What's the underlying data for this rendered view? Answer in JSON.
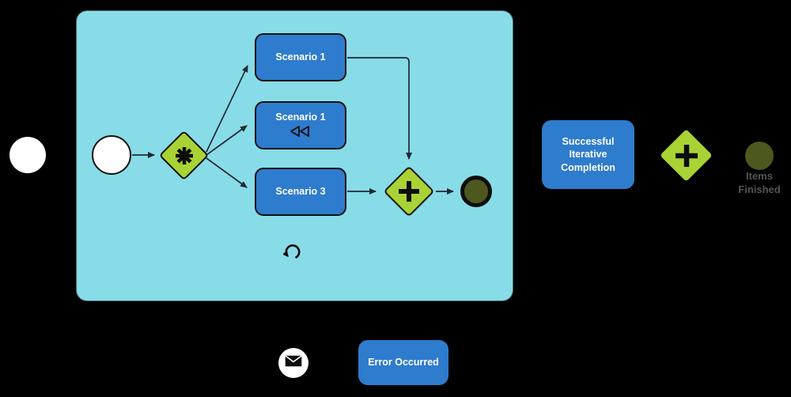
{
  "canvas": {
    "background": "#000000"
  },
  "subprocess": {
    "fill": "#87DCE7",
    "marker": "loop",
    "events": {
      "start": "start-event",
      "end": "end-event"
    },
    "tasks": [
      {
        "label": "Scenario 1"
      },
      {
        "label": "Scenario 1",
        "marker": "compensation"
      },
      {
        "label": "Scenario 3"
      }
    ],
    "gateways": [
      {
        "type": "complex"
      },
      {
        "type": "parallel"
      }
    ]
  },
  "outside": {
    "start_event": {
      "type": "start"
    },
    "success_task": {
      "label": "Successful Iterative Completion"
    },
    "gateway": {
      "type": "parallel"
    },
    "items_event": {
      "label": "Items Finished"
    },
    "message_event": {
      "type": "message"
    },
    "error_task": {
      "label": "Error Occurred"
    }
  },
  "colors": {
    "task_fill": "#2E7CCD",
    "gateway_fill": "#A9D335",
    "end_event_fill": "#4C581D",
    "subprocess_fill": "#87DCE7",
    "connector": "#1F2933",
    "muted_label": "#565656",
    "task_text": "#FFFFFF"
  }
}
